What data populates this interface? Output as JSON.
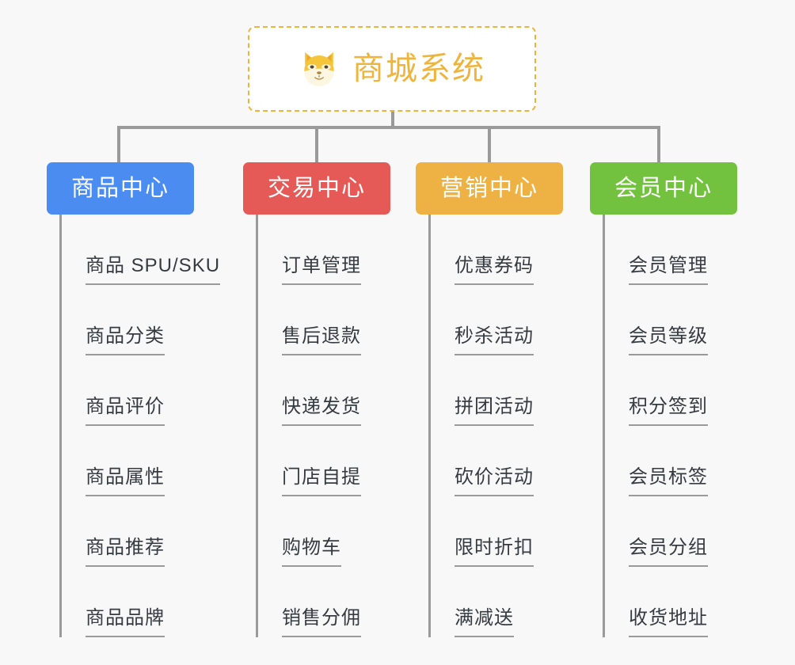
{
  "page": {
    "background_color": "#f8f8f8",
    "line_color": "#9a9a9a",
    "text_color": "#353b41"
  },
  "root": {
    "title": "商城系统",
    "icon": "shiba-dog-icon",
    "accent_color": "#efb43c",
    "border_style": "dashed"
  },
  "columns": [
    {
      "title": "商品中心",
      "color": "#4a8cf0",
      "items": [
        "商品 SPU/SKU",
        "商品分类",
        "商品评价",
        "商品属性",
        "商品推荐",
        "商品品牌"
      ]
    },
    {
      "title": "交易中心",
      "color": "#e55a57",
      "items": [
        "订单管理",
        "售后退款",
        "快递发货",
        "门店自提",
        "购物车",
        "销售分佣"
      ]
    },
    {
      "title": "营销中心",
      "color": "#eeb244",
      "items": [
        "优惠券码",
        "秒杀活动",
        "拼团活动",
        "砍价活动",
        "限时折扣",
        "满减送"
      ]
    },
    {
      "title": "会员中心",
      "color": "#72c13f",
      "items": [
        "会员管理",
        "会员等级",
        "积分签到",
        "会员标签",
        "会员分组",
        "收货地址"
      ]
    }
  ]
}
